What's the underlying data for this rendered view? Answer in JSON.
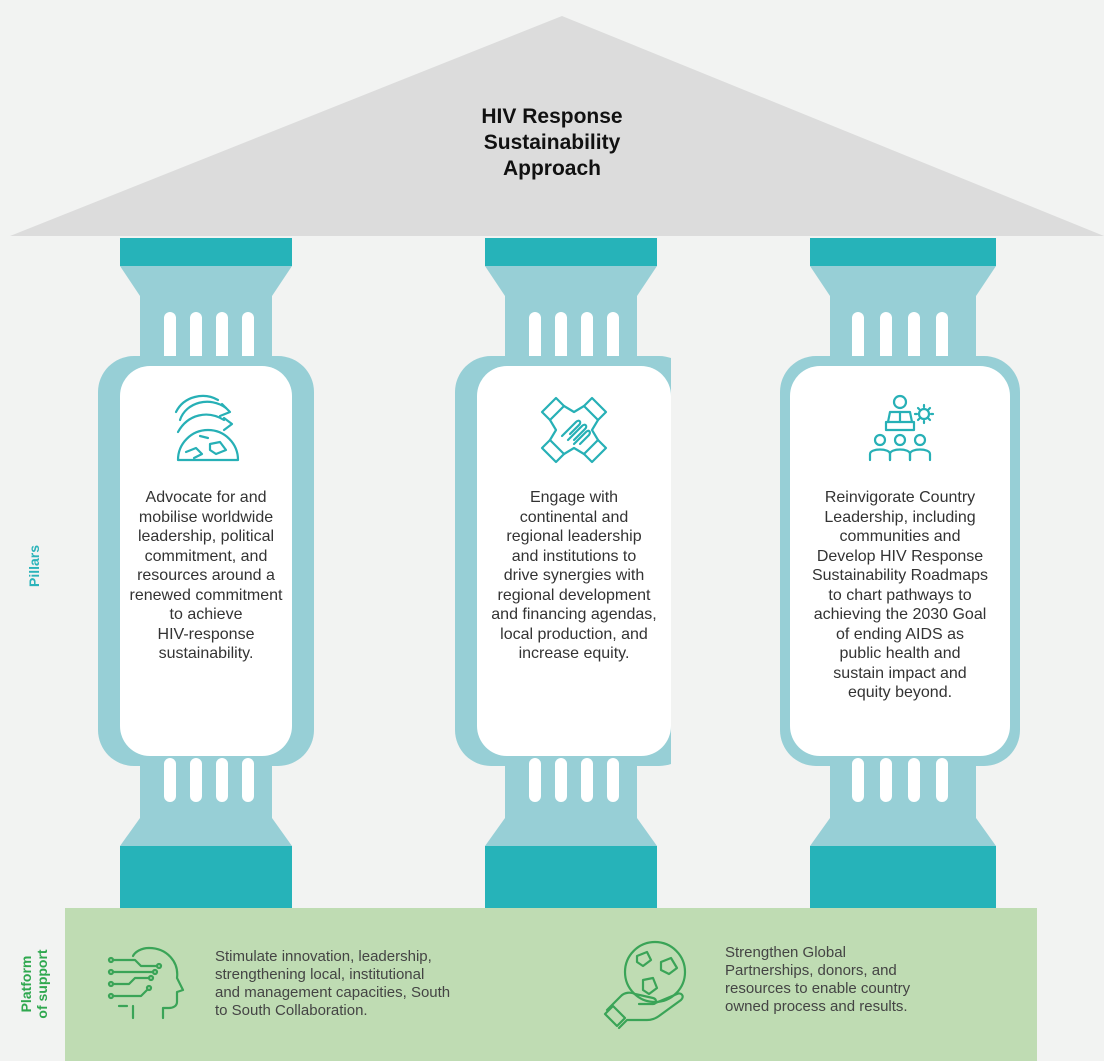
{
  "title_lines": [
    "HIV Response",
    "Sustainability",
    "Approach"
  ],
  "side_labels": {
    "pillars": "Pillars",
    "platform": [
      "Platform",
      "of support"
    ]
  },
  "pillars": [
    {
      "icon": "globe-arrow-icon",
      "text_lines": [
        "Advocate for and",
        "mobilise worldwide",
        "leadership, political",
        "commitment, and",
        "resources around a",
        "renewed commitment",
        "to achieve",
        "HIV-response",
        "sustainability."
      ]
    },
    {
      "icon": "handshake-icon",
      "text_lines": [
        "Engage with",
        "continental and",
        "regional leadership",
        "and institutions to",
        "drive synergies with",
        "regional development",
        "and financing agendas,",
        "local production, and",
        "increase equity."
      ]
    },
    {
      "icon": "presenter-audience-icon",
      "text_lines": [
        "Reinvigorate Country",
        "Leadership, including",
        "communities and",
        "Develop HIV Response",
        "Sustainability Roadmaps",
        "to chart pathways to",
        "achieving the 2030 Goal",
        "of ending AIDS as",
        "public health and",
        "sustain impact and",
        "equity beyond."
      ]
    }
  ],
  "platform_items": [
    {
      "icon": "circuit-head-icon",
      "text_lines": [
        "Stimulate innovation, leadership,",
        "strengthening local, institutional",
        "and management capacities, South",
        "to South Collaboration."
      ]
    },
    {
      "icon": "hand-globe-icon",
      "text_lines": [
        "Strengthen Global",
        "Partnerships, donors, and",
        "resources to enable country",
        "owned process and results."
      ]
    }
  ],
  "colors": {
    "roof": "#dcdcdc",
    "column_dark": "#26b3b9",
    "column_light": "#97cfd6",
    "platform": "#bfdcb3",
    "icon_teal": "#27b0b6",
    "icon_green": "#3aa457",
    "pillars_label": "#2bb3ba",
    "platform_label": "#2fa84f"
  }
}
